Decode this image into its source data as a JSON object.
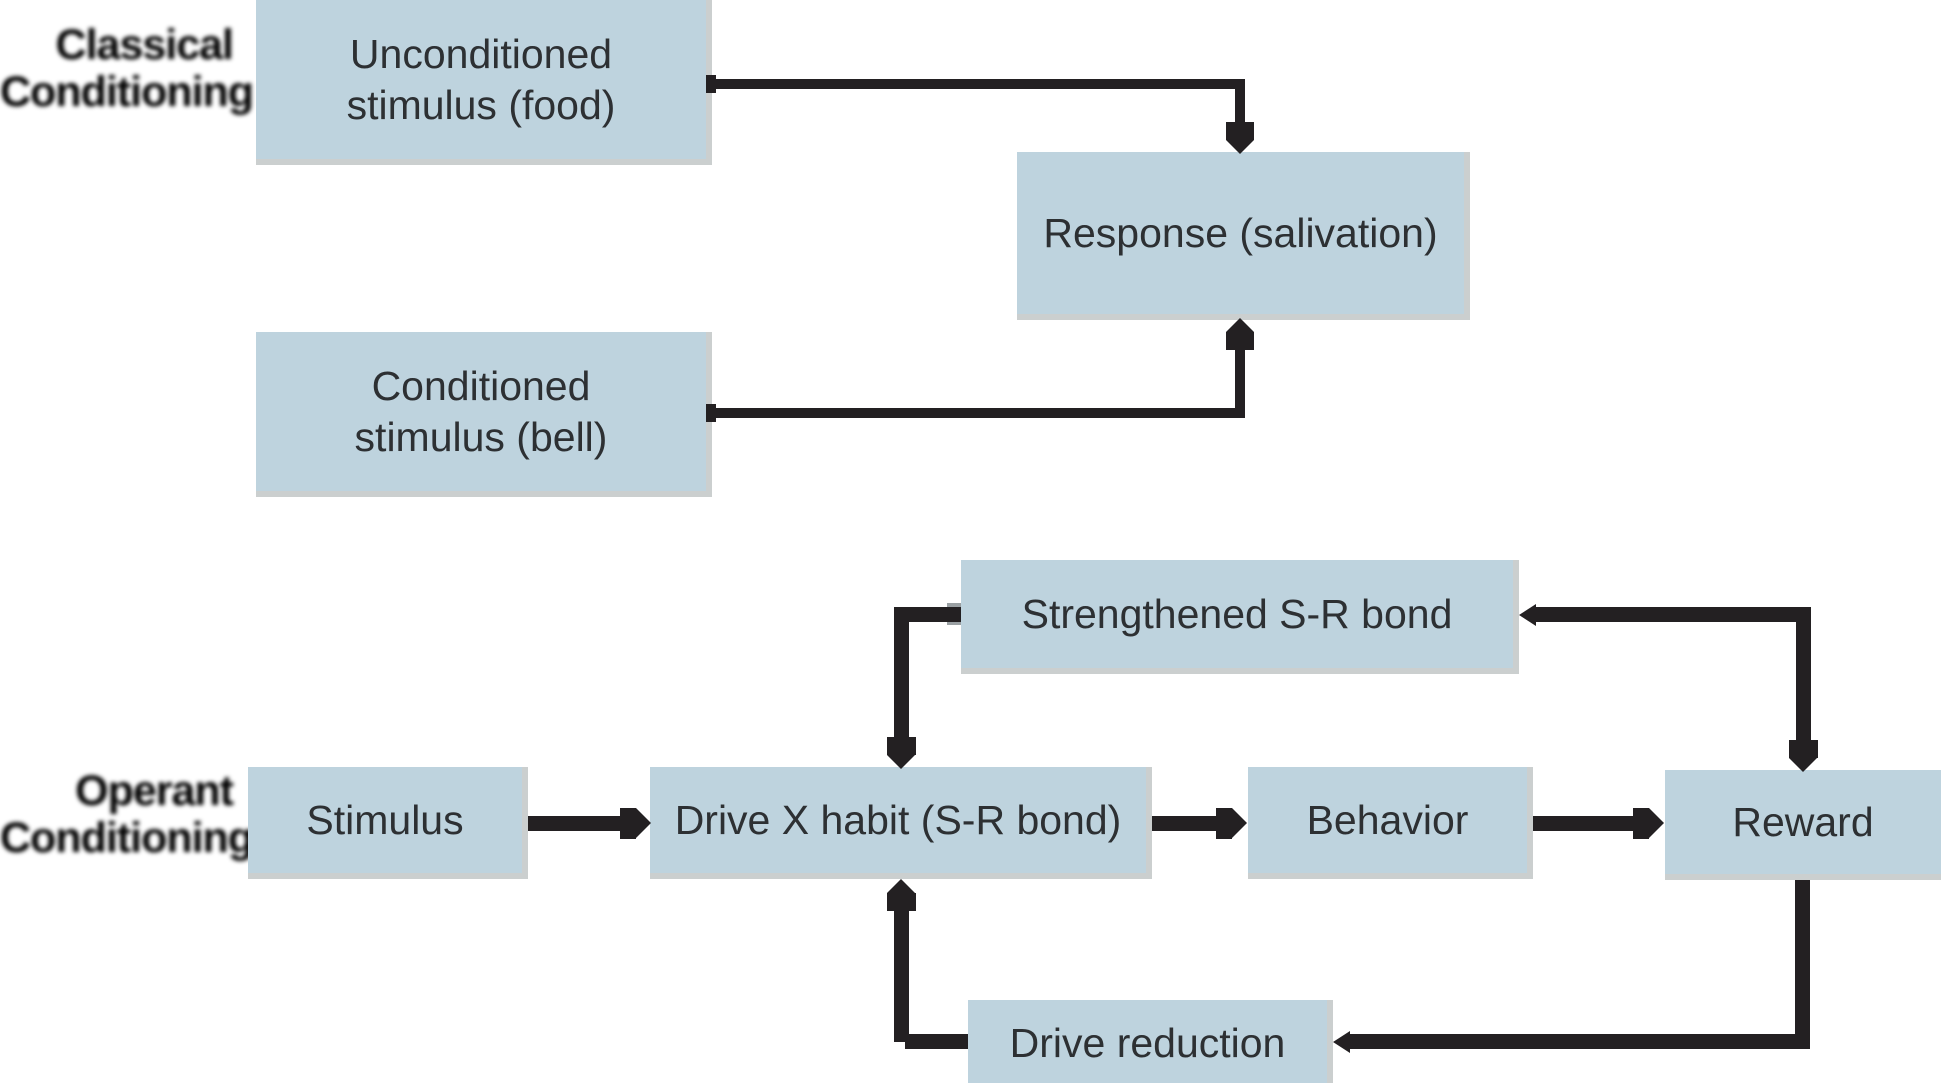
{
  "diagram": {
    "title_note": "Classical versus operant conditioning flow diagram",
    "sections": {
      "classical": {
        "label_line1": "Classical",
        "label_line2": "Conditioning",
        "boxes": {
          "unconditioned_stimulus": {
            "line1": "Unconditioned",
            "line2": "stimulus (food)"
          },
          "response": {
            "label": "Response (salivation)"
          },
          "conditioned_stimulus": {
            "line1": "Conditioned",
            "line2": "stimulus (bell)"
          }
        },
        "arrows": [
          "Unconditioned stimulus (food) -> Response (salivation)",
          "Conditioned stimulus (bell) -> Response (salivation)"
        ]
      },
      "operant": {
        "label_line1": "Operant",
        "label_line2": "Conditioning",
        "boxes": {
          "stimulus": {
            "label": "Stimulus"
          },
          "drive_habit": {
            "label": "Drive X habit (S-R bond)"
          },
          "behavior": {
            "label": "Behavior"
          },
          "reward": {
            "label": "Reward"
          },
          "strengthened_bond": {
            "label": "Strengthened S-R bond"
          },
          "drive_reduction": {
            "label": "Drive reduction"
          }
        },
        "arrows": [
          "Stimulus -> Drive X habit (S-R bond)",
          "Drive X habit (S-R bond) -> Behavior",
          "Behavior -> Reward",
          "Strengthened S-R bond loop between Reward and Drive X habit (S-R bond)",
          "Drive reduction loop between Reward and Drive X habit (S-R bond)"
        ]
      }
    },
    "colors": {
      "box_fill": "#bed3de",
      "box_border": "#cbcfcf",
      "arrow": "#232022",
      "text": "#2d3033",
      "label": "#0e0e0e",
      "background": "#ffffff"
    }
  }
}
